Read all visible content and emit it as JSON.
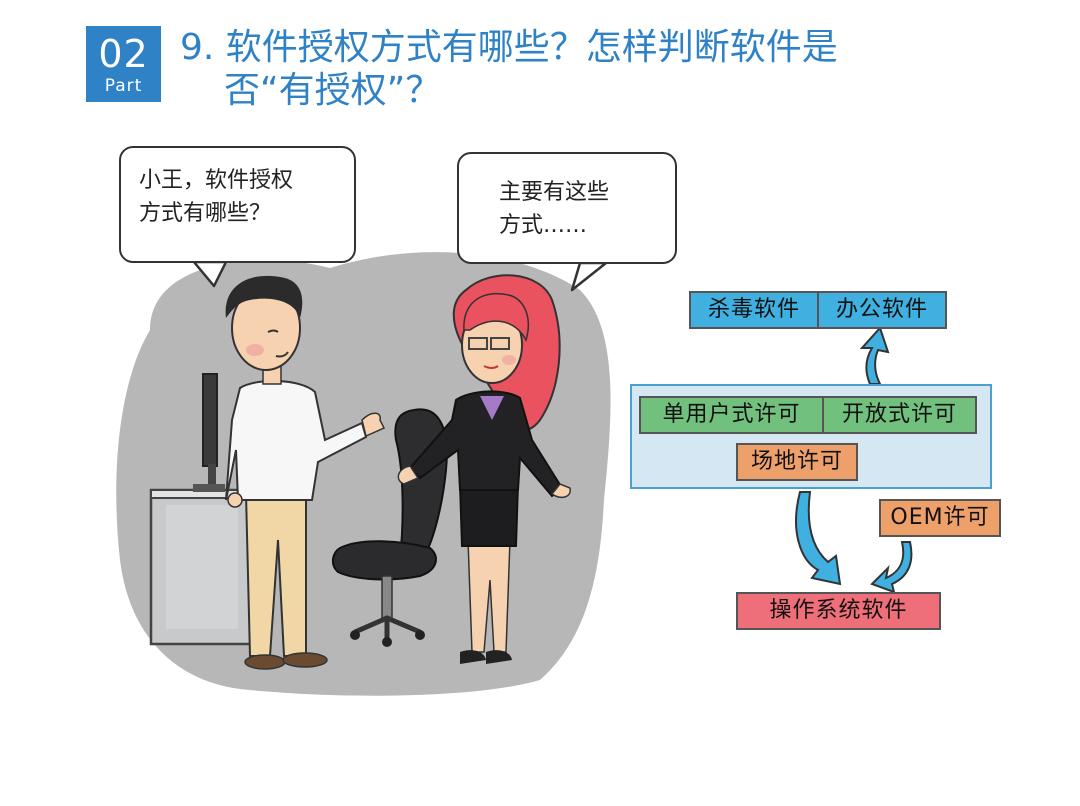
{
  "header": {
    "part_number": "02",
    "part_label": "Part",
    "title_line1": "9. 软件授权方式有哪些？怎样判断软件是",
    "title_line2": "否“有授权”？"
  },
  "bubbles": {
    "man_line1": "小王，软件授权",
    "man_line2": "方式有哪些？",
    "woman_line1": "主要有这些",
    "woman_line2": "方式……"
  },
  "diagram": {
    "antivirus": "杀毒软件",
    "office": "办公软件",
    "single_user": "单用户式许可",
    "open": "开放式许可",
    "site": "场地许可",
    "oem": "OEM许可",
    "os": "操作系统软件"
  },
  "colors": {
    "accent": "#2f82c6",
    "blue_box": "#3fb0e0",
    "green_box": "#71c07d",
    "orange_box": "#eea06b",
    "red_box": "#ee6f79",
    "panel": "#d5e7f2"
  }
}
